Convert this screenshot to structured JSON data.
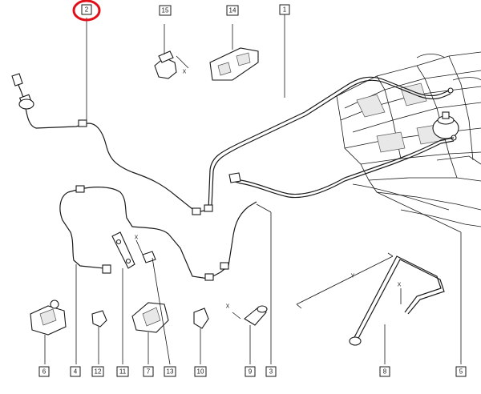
{
  "callouts": {
    "c2": "2",
    "c15": "15",
    "c14": "14",
    "c1": "1",
    "c6": "6",
    "c4": "4",
    "c12": "12",
    "c11": "11",
    "c7": "7",
    "c13": "13",
    "c10": "10",
    "c9": "9",
    "c3": "3",
    "c8": "8",
    "c5": "5"
  },
  "dimensions": {
    "x": "X",
    "y": "Y"
  },
  "colors": {
    "highlight": "#e0101a",
    "ink": "#1a1a1a"
  }
}
